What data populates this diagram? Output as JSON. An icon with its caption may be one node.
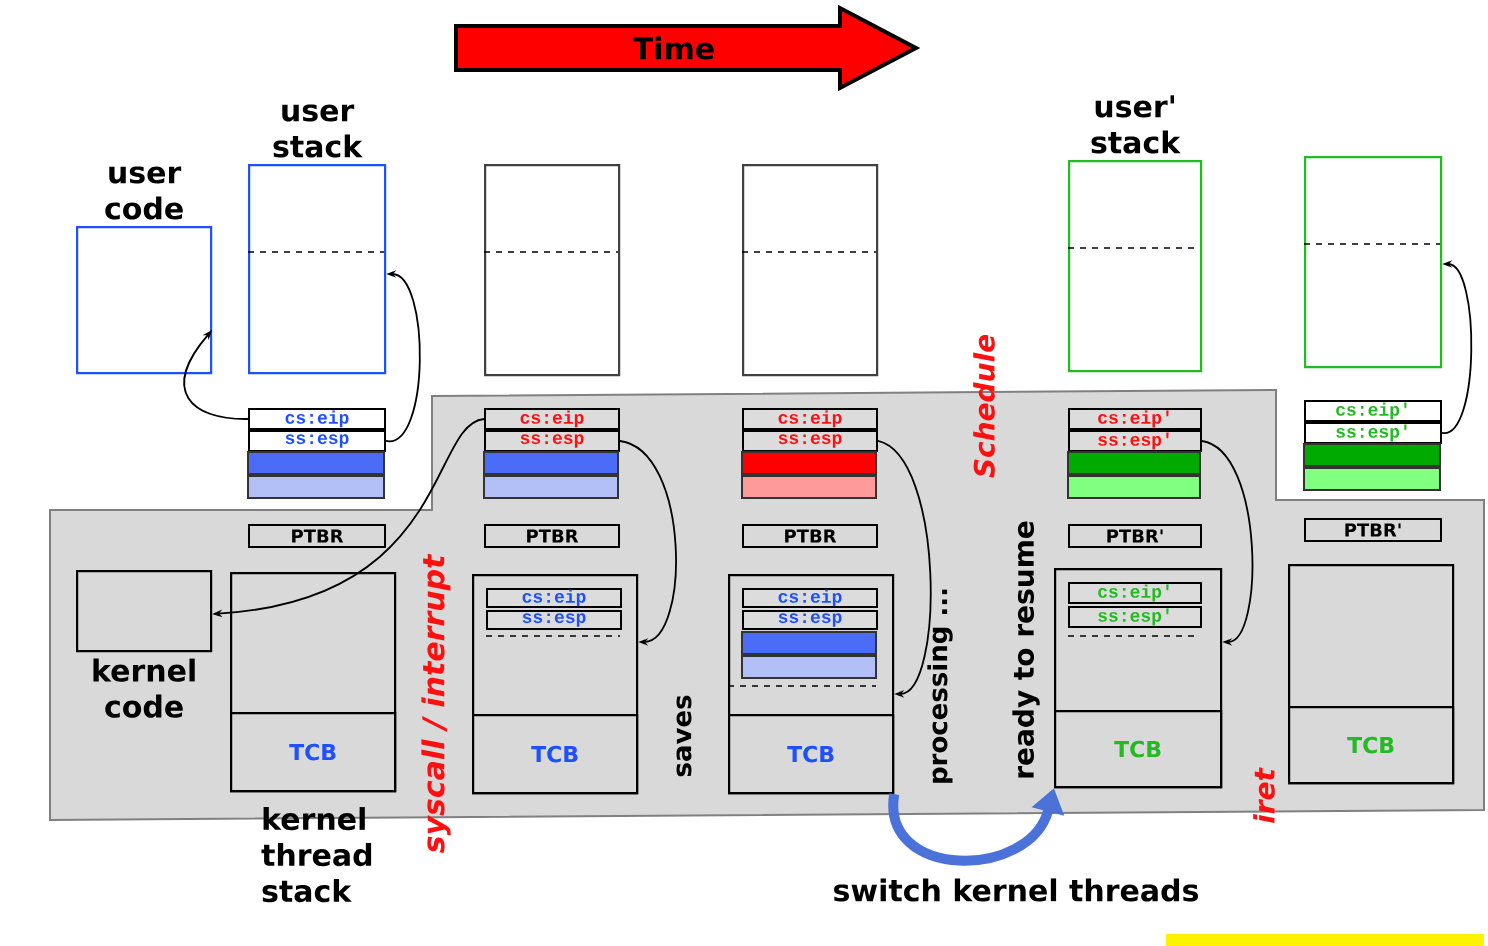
{
  "diagram": {
    "nodes": [
      {
        "text": [
          "user code"
        ]
      },
      {
        "text": [
          "user stack"
        ]
      },
      {
        "text": [],
        "shape": "box"
      },
      {
        "text": [],
        "shape": "box"
      },
      {
        "text": [
          "user' stack"
        ]
      },
      {
        "text": [],
        "shape": "box"
      },
      {
        "text": [
          "cs:eip"
        ]
      },
      {
        "text": [
          "ss:esp"
        ]
      },
      {
        "text": [
          "cs:eip"
        ]
      },
      {
        "text": [
          "ss:esp"
        ]
      },
      {
        "text": [
          "cs:eip"
        ]
      },
      {
        "text": [
          "ss:esp"
        ]
      },
      {
        "text": [
          "cs:eip'"
        ]
      },
      {
        "text": [
          "ss:esp'"
        ]
      },
      {
        "text": [
          "cs:eip'"
        ]
      },
      {
        "text": [
          "ss:esp'"
        ]
      },
      {
        "text": [
          "PTBR"
        ]
      },
      {
        "text": [
          "PTBR"
        ]
      },
      {
        "text": [
          "PTBR"
        ]
      },
      {
        "text": [
          "PTBR'"
        ]
      },
      {
        "text": [
          "PTBR'"
        ]
      },
      {
        "text": [
          "kernel code"
        ]
      },
      {
        "text": [],
        "shape": "box",
        "beside": [
          "kernel thread stack"
        ]
      },
      {
        "text": [
          "TCB"
        ],
        "in": 22
      },
      {
        "text": [],
        "shape": "box"
      },
      {
        "text": [
          "cs:eip"
        ],
        "in": 24
      },
      {
        "text": [
          "ss:esp"
        ],
        "in": 24
      },
      {
        "text": [
          "TCB"
        ],
        "in": 24
      },
      {
        "text": [],
        "shape": "box"
      },
      {
        "text": [
          "cs:eip"
        ],
        "in": 28
      },
      {
        "text": [
          "ss:esp"
        ],
        "in": 28
      },
      {
        "text": [
          "TCB"
        ],
        "in": 28
      },
      {
        "text": [],
        "shape": "box"
      },
      {
        "text": [
          "cs:eip'"
        ],
        "in": 32
      },
      {
        "text": [
          "ss:esp'"
        ],
        "in": 32
      },
      {
        "text": [
          "TCB"
        ],
        "in": 32
      },
      {
        "text": [],
        "shape": "box"
      },
      {
        "text": [
          "TCB"
        ],
        "in": 36
      }
    ],
    "edges": [
      {
        "from": 6,
        "to": 0,
        "arrow": "to"
      },
      {
        "from": 7,
        "to": 1,
        "arrow": "to"
      },
      {
        "from": 8,
        "to": 21,
        "arrow": "to"
      },
      {
        "from": 9,
        "to": 24,
        "arrow": "to"
      },
      {
        "from": 11,
        "to": 28,
        "arrow": "to"
      },
      {
        "from": 13,
        "to": 32,
        "arrow": "to"
      },
      {
        "from": 15,
        "to": 5,
        "arrow": "to"
      },
      {
        "from": 28,
        "to": 32,
        "arrow": "to",
        "label": "switch kernel threads",
        "style": "thick",
        "color": "#4a72d8"
      }
    ],
    "labels": [
      "Time",
      "Schedule",
      "syscall / interrupt",
      "saves",
      "processing ...",
      "ready to resume",
      "iret"
    ]
  }
}
